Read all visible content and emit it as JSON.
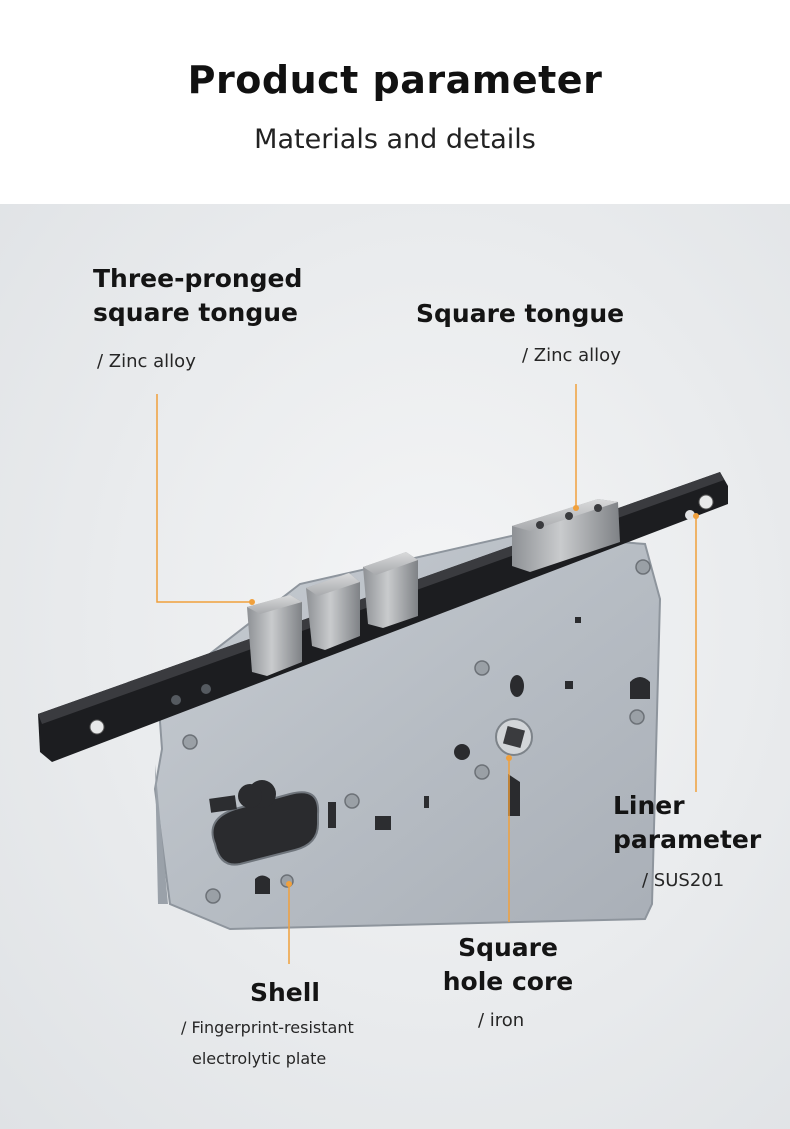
{
  "header": {
    "title": "Product parameter",
    "subtitle": "Materials and details"
  },
  "callouts": {
    "three_pronged": {
      "line1": "Three-pronged",
      "line2": "square tongue",
      "material": "/ Zinc alloy"
    },
    "square_tongue": {
      "title": "Square tongue",
      "material": "/ Zinc alloy"
    },
    "liner": {
      "line1": "Liner",
      "line2": "parameter",
      "material": "/ SUS201"
    },
    "square_hole": {
      "line1": "Square",
      "line2": "hole core",
      "material": "/ iron"
    },
    "shell": {
      "title": "Shell",
      "material_line1": "/ Fingerprint-resistant",
      "material_line2": "electrolytic plate"
    }
  },
  "colors": {
    "accent": "#f0a03c",
    "faceplate": "#1c1d20",
    "body": "#b9bfc6",
    "bolt": "#9b9ea2"
  },
  "image": {
    "subject": "mortise-lock-body"
  }
}
